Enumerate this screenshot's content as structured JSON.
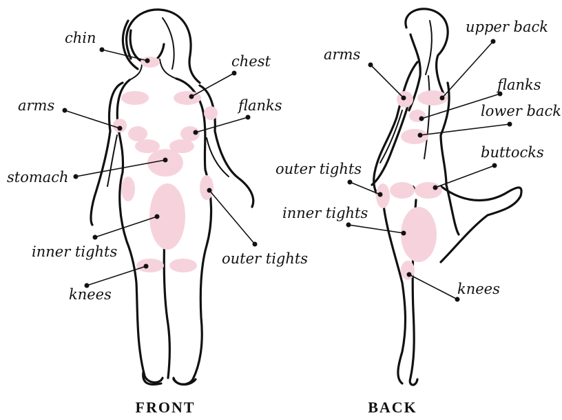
{
  "colors": {
    "zone": "#f6d3dc",
    "ink": "#111111"
  },
  "captions": {
    "front": "FRONT",
    "back": "BACK"
  },
  "front_labels": {
    "chin": "chin",
    "chest": "chest",
    "arms": "arms",
    "flanks": "flanks",
    "stomach": "stomach",
    "inner_tights": "inner tights",
    "outer_tights": "outer tights",
    "knees": "knees"
  },
  "back_labels": {
    "upper_back": "upper back",
    "arms": "arms",
    "flanks": "flanks",
    "lower_back": "lower back",
    "buttocks": "buttocks",
    "outer_tights": "outer tights",
    "inner_tights": "inner tights",
    "knees": "knees"
  }
}
